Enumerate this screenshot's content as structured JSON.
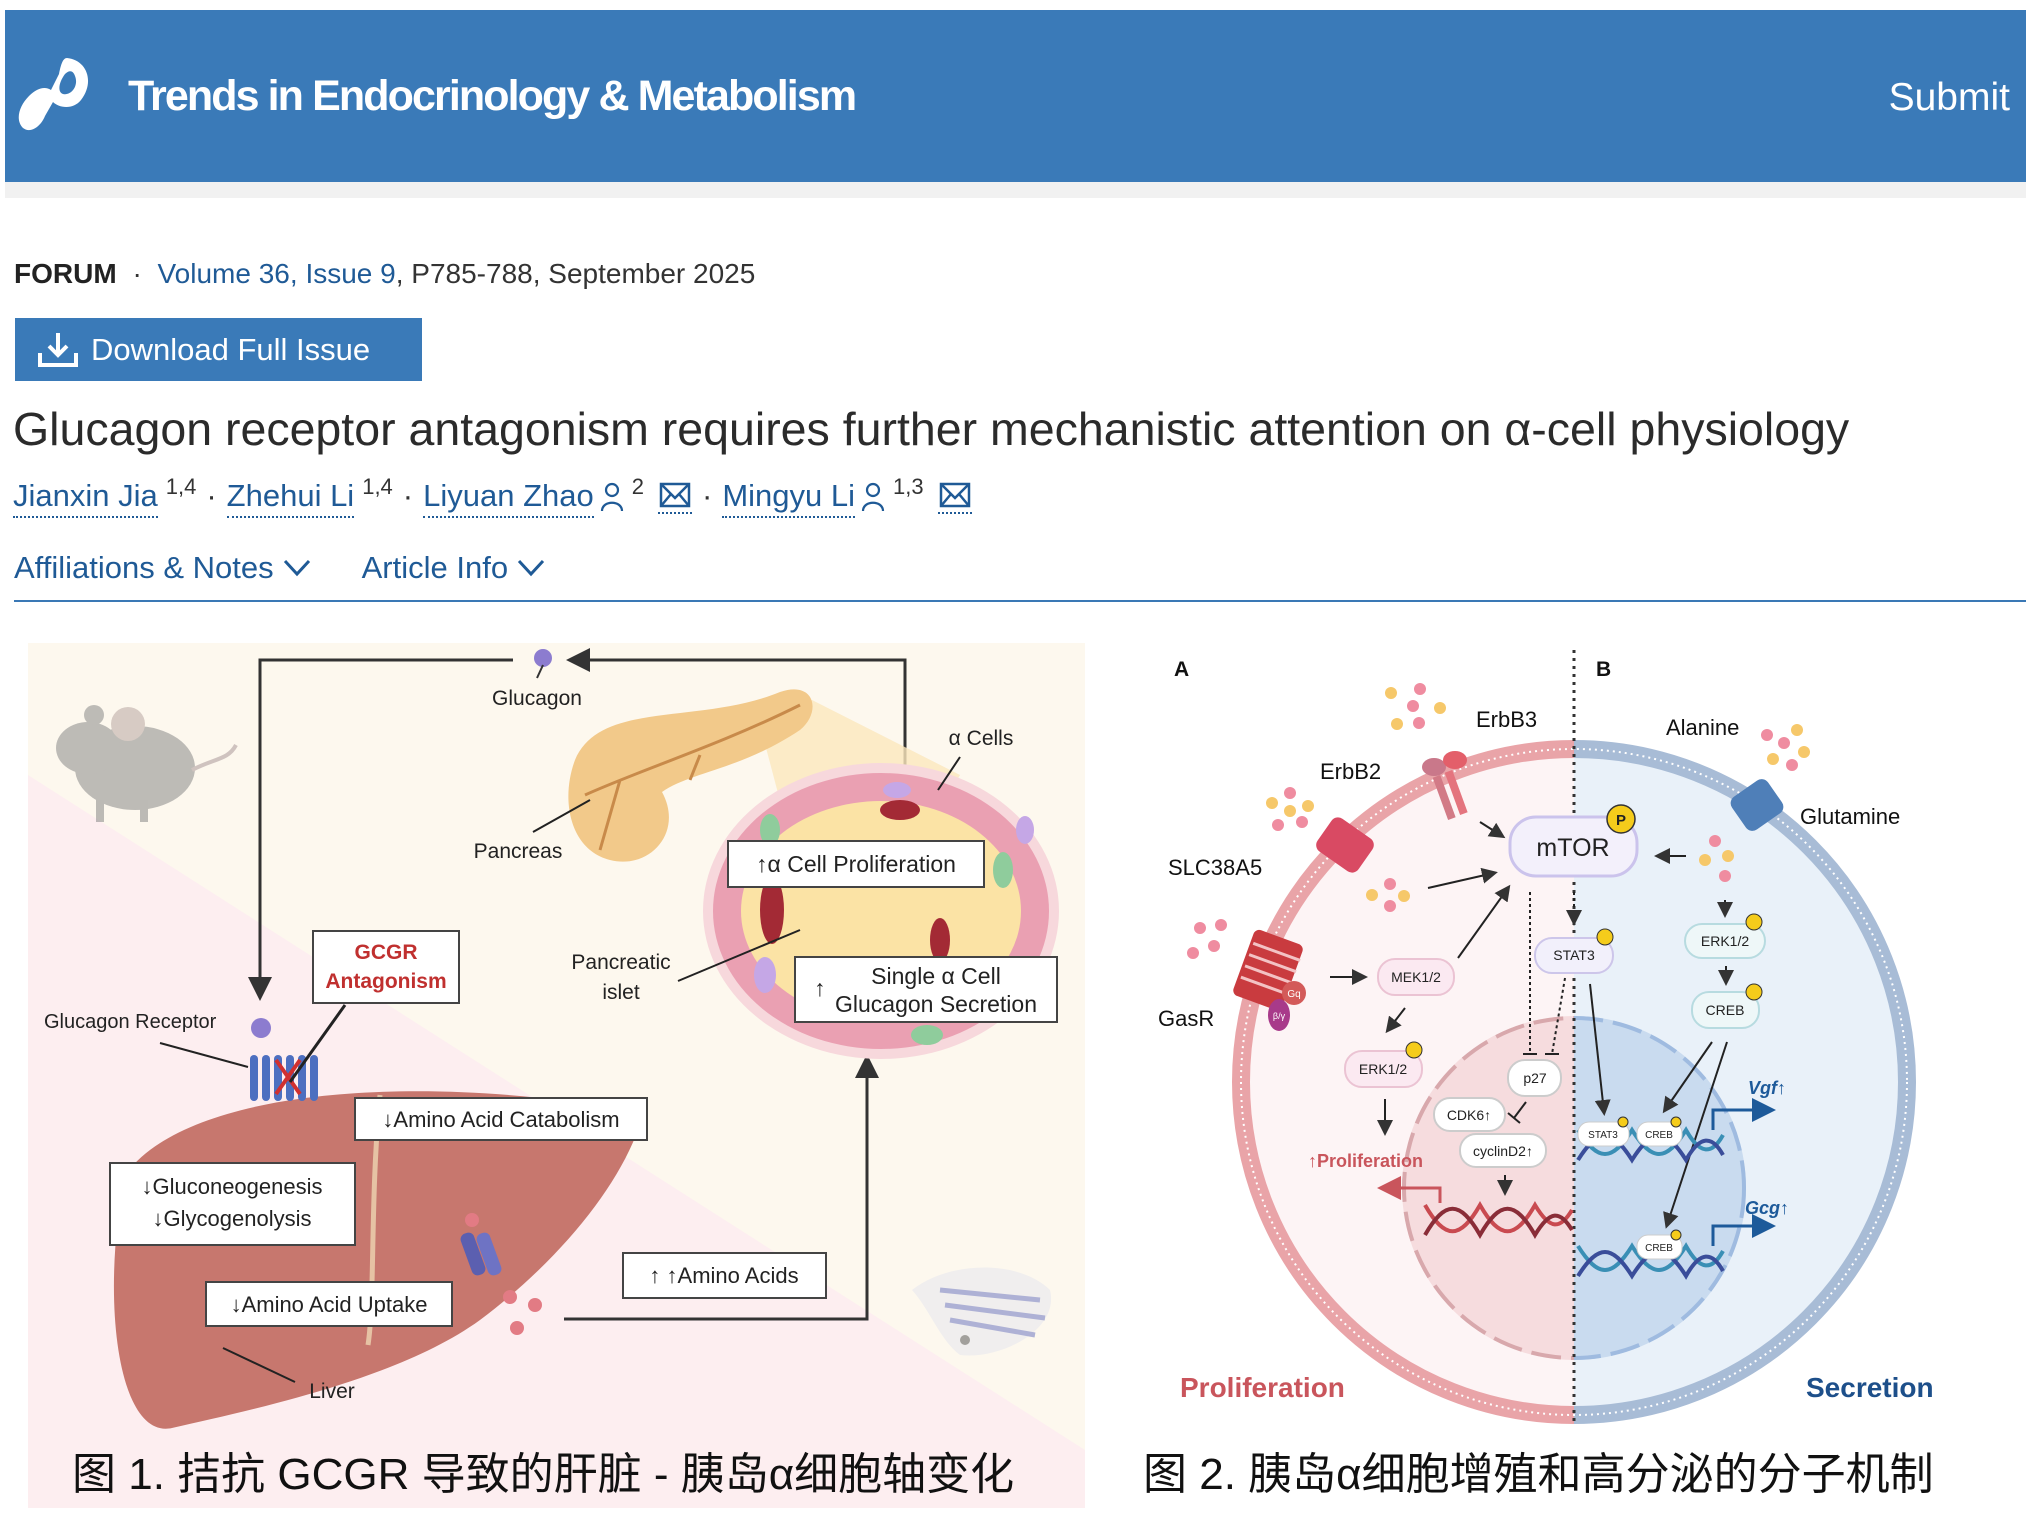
{
  "header": {
    "logo_icon": "cell-press-logo",
    "journal_title": "Trends in Endocrinology & Metabolism",
    "submit_label": "Submit"
  },
  "meta": {
    "article_type": "FORUM",
    "separator": "·",
    "volume": "Volume 36",
    "comma": ", ",
    "issue": "Issue 9",
    "pages_date": ", P785-788, September 2025"
  },
  "download": {
    "icon": "download-icon",
    "label": "Download Full Issue"
  },
  "article_title": "Glucagon receptor antagonism requires further mechanistic attention on α-cell physiology",
  "authors": [
    {
      "name": "Jianxin Jia",
      "sup": "1,4",
      "corresponding": false,
      "email": false
    },
    {
      "name": "Zhehui Li",
      "sup": "1,4",
      "corresponding": false,
      "email": false
    },
    {
      "name": "Liyuan Zhao",
      "sup": "2",
      "corresponding": true,
      "email": true
    },
    {
      "name": "Mingyu Li",
      "sup": "1,3",
      "corresponding": true,
      "email": true
    }
  ],
  "author_separator": "·",
  "tabs": [
    {
      "label": "Affiliations & Notes",
      "icon": "chevron-down-icon"
    },
    {
      "label": "Article Info",
      "icon": "chevron-down-icon"
    }
  ],
  "figure1": {
    "glucagon": "Glucagon",
    "pancreas": "Pancreas",
    "alpha_cells": "α Cells",
    "alpha_proliferation": "↑α Cell Proliferation",
    "pancreatic": "Pancreatic",
    "islet": "islet",
    "single_cell_arrow": "↑",
    "single_cell_1": "Single α Cell",
    "single_cell_2": "Glucagon Secretion",
    "gcgr_1": "GCGR",
    "gcgr_2": "Antagonism",
    "receptor": "Glucagon Receptor",
    "catabolism": "↓Amino Acid Catabolism",
    "gluconeogenesis": "↓Gluconeogenesis",
    "glycogenolysis": "↓Glycogenolysis",
    "uptake": "↓Amino Acid Uptake",
    "amino_acids": "↑ ↑Amino Acids",
    "liver": "Liver",
    "caption": "图 1. 拮抗 GCGR 导致的肝脏 - 胰岛α细胞轴变化"
  },
  "figure2": {
    "panel_a": "A",
    "panel_b": "B",
    "erbb3": "ErbB3",
    "erbb2": "ErbB2",
    "slc38a5": "SLC38A5",
    "gasr": "GasR",
    "alanine": "Alanine",
    "glutamine": "Glutamine",
    "mtor": "mTOR",
    "p": "P",
    "mek": "MEK1/2",
    "erk_left": "ERK1/2",
    "stat3": "STAT3",
    "erk_right": "ERK1/2",
    "creb": "CREB",
    "p27": "p27",
    "cdk6": "CDK6↑",
    "cyclind2": "cyclinD2↑",
    "proliferation_up": "↑Proliferation",
    "vgf": "Vgf↑",
    "gcg": "Gcg↑",
    "stat3_small": "STAT3",
    "creb_small": "CREB",
    "creb_small_2": "CREB",
    "gq": "Gq",
    "bg": "β/γ",
    "proliferation": "Proliferation",
    "secretion": "Secretion",
    "caption": "图 2. 胰岛α细胞增殖和高分泌的分子机制"
  },
  "colors": {
    "header_bg": "#3a7ab8",
    "link": "#1f5a96",
    "gcgr_red": "#c0302f",
    "proliferation_red": "#c9555c",
    "secretion_blue": "#1d4f8a"
  }
}
